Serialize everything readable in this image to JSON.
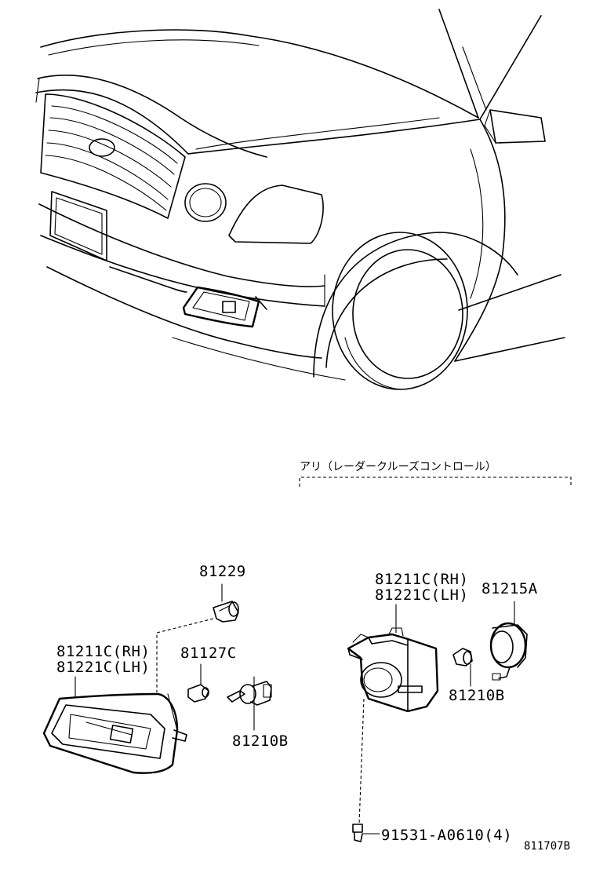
{
  "option_label": "アリ（レーダークルーズコントロール）",
  "left_group": {
    "part_socket": "81229",
    "part_lamp_rh": "81211C(RH)",
    "part_lamp_lh": "81221C(LH)",
    "part_grommet": "81127C",
    "part_bulb": "81210B"
  },
  "right_group": {
    "part_lamp_rh": "81211C(RH)",
    "part_lamp_lh": "81221C(LH)",
    "part_cover": "81215A",
    "part_bulb": "81210B",
    "part_bolt": "91531-A0610(4)"
  },
  "diagram_id": "811707B"
}
